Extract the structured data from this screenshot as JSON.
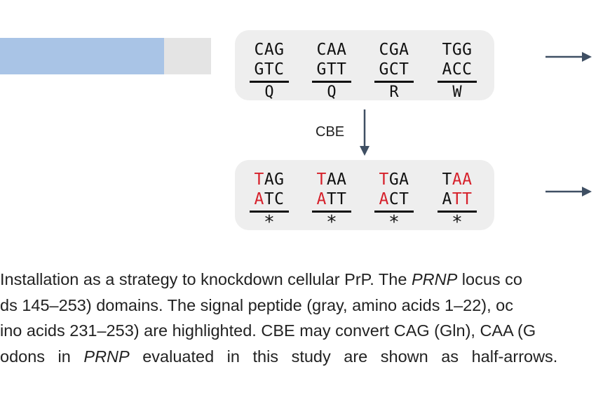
{
  "top_row": {
    "codons": [
      {
        "line1": "CAG",
        "line2": "GTC",
        "aa": "Q"
      },
      {
        "line1": "CAA",
        "line2": "GTT",
        "aa": "Q"
      },
      {
        "line1": "CGA",
        "line2": "GCT",
        "aa": "R"
      },
      {
        "line1": "TGG",
        "line2": "ACC",
        "aa": "W"
      }
    ]
  },
  "bottom_row": {
    "codons": [
      {
        "line1_red": "T",
        "line1_rest": "AG",
        "line2_red": "A",
        "line2_rest": "TC",
        "aa": "*"
      },
      {
        "line1_red": "T",
        "line1_rest": "AA",
        "line2_red": "A",
        "line2_rest": "TT",
        "aa": "*"
      },
      {
        "line1_red": "T",
        "line1_rest": "GA",
        "line2_red": "A",
        "line2_rest": "CT",
        "aa": "*"
      },
      {
        "line1_pre": "T",
        "line1_red": "AA",
        "line2_pre": "A",
        "line2_red": "TT",
        "aa": "*"
      }
    ]
  },
  "cbe_label": "CBE",
  "colors": {
    "highlight": "#d6212b",
    "bar_blue": "#a9c4e6",
    "bar_gray": "#e4e4e4",
    "arrow": "#3f4f63"
  },
  "caption": {
    "line1_a": "Installation as a strategy to knockdown cellular PrP. The ",
    "line1_em": "PRNP",
    "line1_b": " locus co",
    "line2": "ds 145–253) domains. The signal peptide (gray, amino acids 1–22), oc",
    "line3": "ino acids 231–253) are highlighted. CBE may convert CAG (Gln), CAA (G",
    "line4_a": "odons in ",
    "line4_em": "PRNP",
    "line4_b": " evaluated in this study are shown as half-arrows."
  }
}
